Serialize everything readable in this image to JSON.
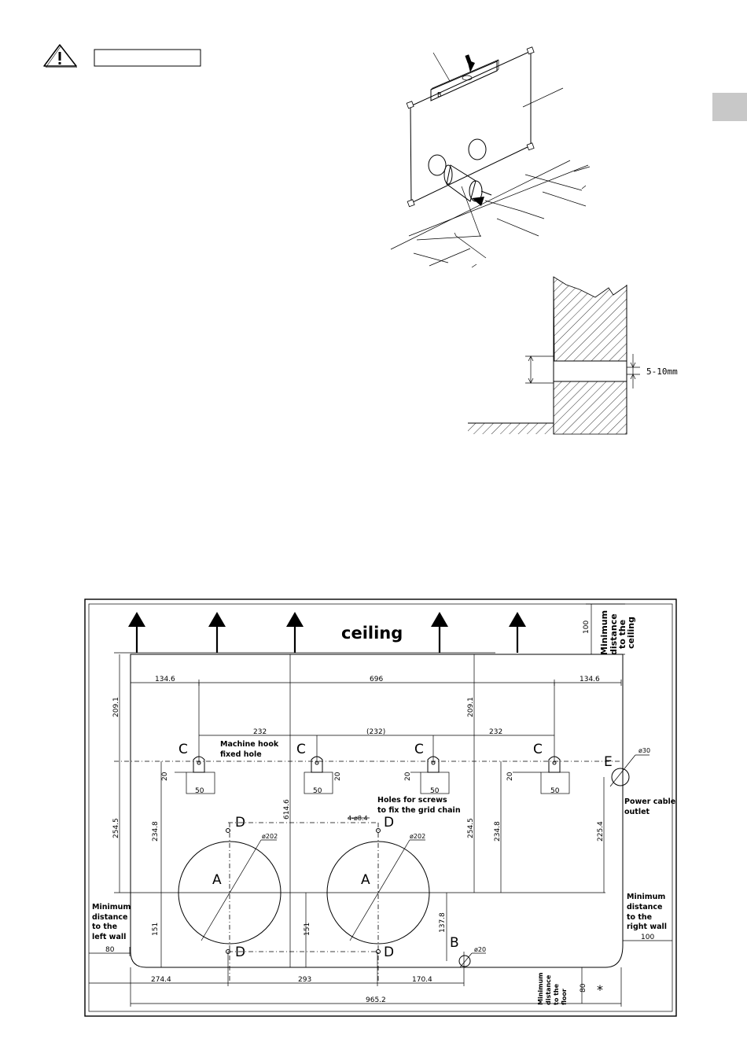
{
  "warning": {
    "icon": "warning-triangle-icon",
    "box_text": ""
  },
  "side_tab": {
    "color": "#c8c8c8"
  },
  "section_detail": {
    "gap_label": "5-10mm"
  },
  "drawing": {
    "ceiling_label": "ceiling",
    "min_ceiling": "Minimum distance to the ceiling",
    "min_ceiling_lines": [
      "Minimum",
      "distance",
      "to the",
      "ceiling"
    ],
    "min_left_lines": [
      "Minimum",
      "distance",
      "to the",
      "left wall"
    ],
    "min_right_lines": [
      "Minimum",
      "distance",
      "to the",
      "right wall"
    ],
    "min_floor_lines": [
      "Minimum",
      "distance",
      "to the",
      "floor"
    ],
    "power_outlet_lines": [
      "Power cable",
      "outlet"
    ],
    "hook_hole_lines": [
      "Machine hook",
      "fixed hole"
    ],
    "screw_holes_lines": [
      "Holes for screws",
      "to fix the grid chain"
    ],
    "asterisk": "*",
    "letters": {
      "A": "A",
      "B": "B",
      "C": "C",
      "D": "D",
      "E": "E"
    },
    "dims": {
      "d100_top": "100",
      "d134_left": "134.6",
      "d696": "696",
      "d134_right": "134.6",
      "d209_left": "209.1",
      "d209_right": "209.1",
      "d232_left": "232",
      "d232_mid": "(232)",
      "d232_right": "232",
      "d20": "20",
      "d50": "50",
      "d254_left": "254.5",
      "d254_right": "254.5",
      "d234_left": "234.8",
      "d234_right": "234.8",
      "d614": "614.6",
      "d225": "225.4",
      "d202": "ø202",
      "d84": "4-ø8.4",
      "d30": "ø30",
      "d151_left": "151",
      "d151_mid": "151",
      "d137": "137.8",
      "d20b": "ø20",
      "d80_left": "80",
      "d100_right": "100",
      "d274": "274.4",
      "d293": "293",
      "d170": "170.4",
      "d80_floor": "80",
      "d965": "965.2"
    }
  }
}
